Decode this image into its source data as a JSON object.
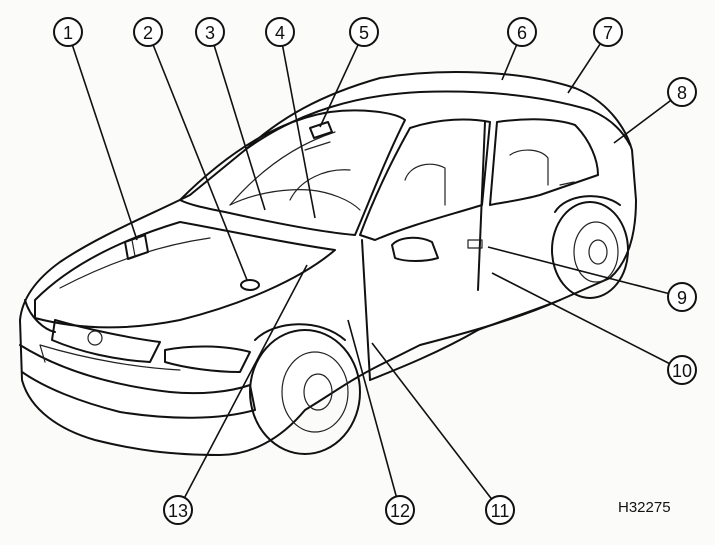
{
  "figure": {
    "reference_code": "H32275",
    "callouts": [
      {
        "label": "1"
      },
      {
        "label": "2"
      },
      {
        "label": "3"
      },
      {
        "label": "4"
      },
      {
        "label": "5"
      },
      {
        "label": "6"
      },
      {
        "label": "7"
      },
      {
        "label": "8"
      },
      {
        "label": "9"
      },
      {
        "label": "10"
      },
      {
        "label": "11"
      },
      {
        "label": "12"
      },
      {
        "label": "13"
      }
    ]
  }
}
